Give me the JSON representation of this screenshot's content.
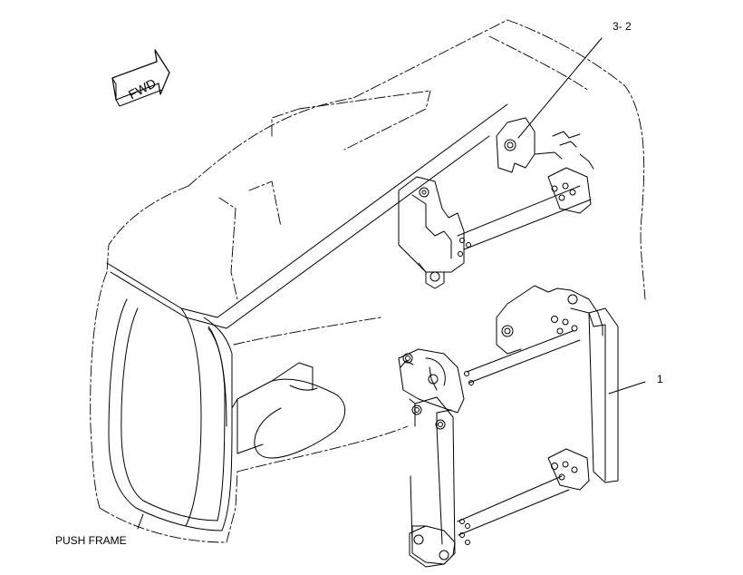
{
  "colors": {
    "line": "#000000",
    "background": "#ffffff"
  },
  "fwd_arrow": {
    "label": "FWD"
  },
  "callouts": {
    "push_frame": "PUSH FRAME",
    "part_3_2": "3- 2",
    "part_1": "1"
  }
}
